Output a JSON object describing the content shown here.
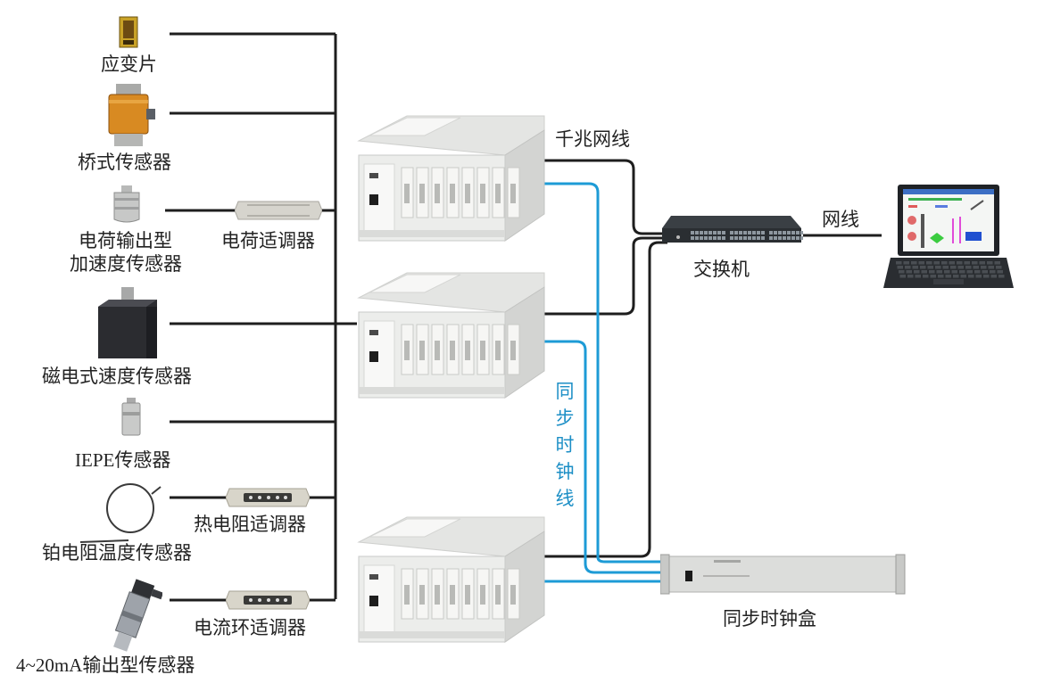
{
  "title": "Multi-channel data acquisition system connection diagram",
  "sensors": [
    {
      "id": "strain-gauge",
      "label": "应变片",
      "icon": "strain-gauge-icon"
    },
    {
      "id": "bridge-sensor",
      "label": "桥式传感器",
      "icon": "load-cell-icon"
    },
    {
      "id": "charge-accelerometer",
      "label_line1": "电荷输出型",
      "label_line2": "加速度传感器",
      "icon": "charge-accelerometer-icon"
    },
    {
      "id": "magnetoelectric-velocity",
      "label": "磁电式速度传感器",
      "icon": "velocity-sensor-icon"
    },
    {
      "id": "iepe-sensor",
      "label": "IEPE传感器",
      "icon": "iepe-sensor-icon"
    },
    {
      "id": "platinum-rtd",
      "label": "铂电阻温度传感器",
      "icon": "rtd-probe-icon"
    },
    {
      "id": "current-loop-sensor",
      "label": "4~20mA输出型传感器",
      "icon": "pressure-transmitter-icon"
    }
  ],
  "conditioners": [
    {
      "id": "charge-conditioner",
      "label": "电荷适调器"
    },
    {
      "id": "rtd-conditioner",
      "label": "热电阻适调器"
    },
    {
      "id": "current-loop-conditioner",
      "label": "电流环适调器"
    }
  ],
  "chassis_count": 3,
  "chassis_slots": 8,
  "links": {
    "gigabit_label": "千兆网线",
    "network_label": "网线",
    "sync_label_chars": [
      "同",
      "步",
      "时",
      "钟",
      "线"
    ]
  },
  "devices": {
    "switch_label": "交换机",
    "clock_box_label": "同步时钟盒"
  },
  "colors": {
    "wire": "#1e1e1e",
    "sync_wire": "#1d9bd6",
    "sync_text": "#1d8fc6",
    "chassis": "#e9eae8",
    "switch": "#2f3438"
  }
}
